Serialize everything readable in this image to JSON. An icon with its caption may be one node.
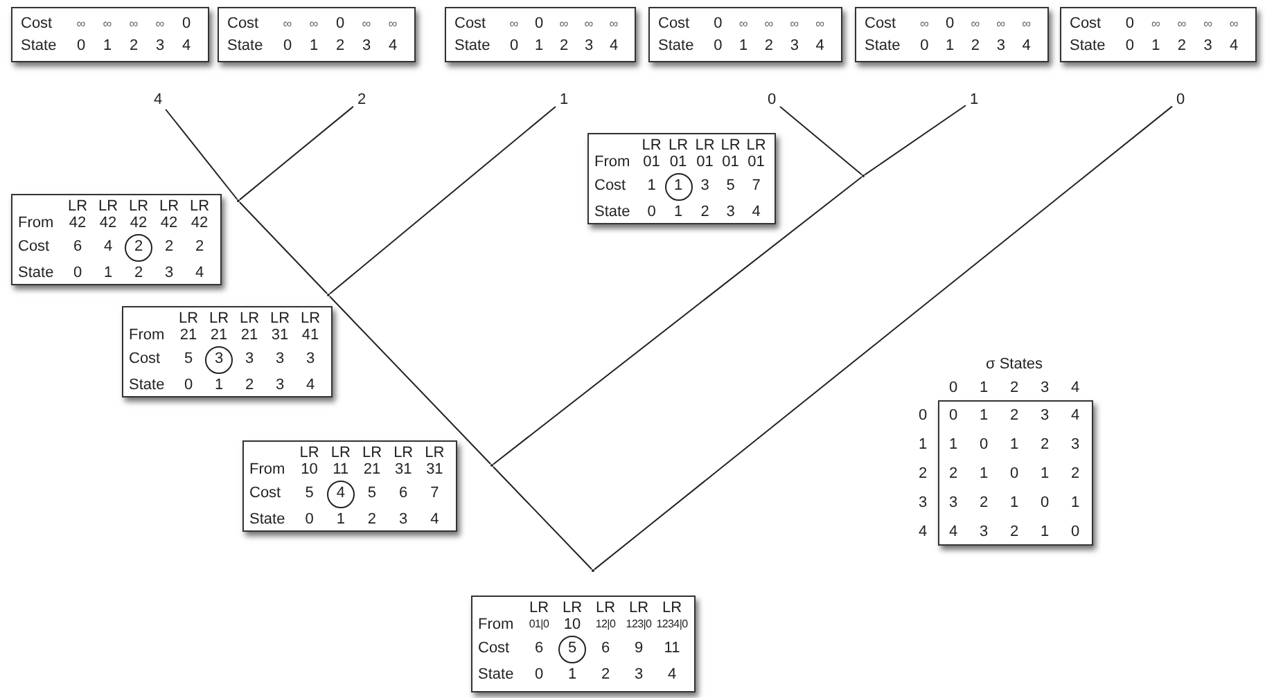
{
  "diagram": {
    "nodes": [
      {
        "text": [
          "Cost",
          "∞",
          "∞",
          "∞",
          "∞",
          "0",
          "State",
          "0",
          "1",
          "2",
          "3",
          "4"
        ]
      },
      {
        "text": [
          "Cost",
          "∞",
          "∞",
          "0",
          "∞",
          "∞",
          "State",
          "0",
          "1",
          "2",
          "3",
          "4"
        ]
      },
      {
        "text": [
          "Cost",
          "∞",
          "0",
          "∞",
          "∞",
          "∞",
          "State",
          "0",
          "1",
          "2",
          "3",
          "4"
        ]
      },
      {
        "text": [
          "Cost",
          "0",
          "∞",
          "∞",
          "∞",
          "∞",
          "State",
          "0",
          "1",
          "2",
          "3",
          "4"
        ]
      },
      {
        "text": [
          "Cost",
          "∞",
          "0",
          "∞",
          "∞",
          "∞",
          "State",
          "0",
          "1",
          "2",
          "3",
          "4"
        ]
      },
      {
        "text": [
          "Cost",
          "0",
          "∞",
          "∞",
          "∞",
          "∞",
          "State",
          "0",
          "1",
          "2",
          "3",
          "4"
        ]
      },
      {
        "text": [
          "4"
        ]
      },
      {
        "text": [
          "2"
        ]
      },
      {
        "text": [
          "1"
        ]
      },
      {
        "text": [
          "0"
        ]
      },
      {
        "text": [
          "1"
        ]
      },
      {
        "text": [
          "0"
        ]
      },
      {
        "text": [
          "LR",
          "LR",
          "LR",
          "LR",
          "LR",
          "From",
          "01",
          "01",
          "01",
          "01",
          "01",
          "Cost",
          "1",
          "1",
          "3",
          "5",
          "7",
          "State",
          "0",
          "1",
          "2",
          "3",
          "4"
        ]
      },
      {
        "text": [],
        "shape": "point"
      },
      {
        "text": [
          "LR",
          "LR",
          "LR",
          "LR",
          "LR",
          "From",
          "42",
          "42",
          "42",
          "42",
          "42",
          "Cost",
          "6",
          "4",
          "2",
          "2",
          "2",
          "State",
          "0",
          "1",
          "2",
          "3",
          "4"
        ]
      },
      {
        "text": [],
        "shape": "point"
      },
      {
        "text": [],
        "shape": "point"
      },
      {
        "text": [
          "LR",
          "LR",
          "LR",
          "LR",
          "LR",
          "From",
          "21",
          "21",
          "21",
          "31",
          "41",
          "Cost",
          "5",
          "3",
          "3",
          "3",
          "3",
          "State",
          "0",
          "1",
          "2",
          "3",
          "4"
        ]
      },
      {
        "text": [
          "σ States",
          "0",
          "1",
          "2",
          "3",
          "4",
          "0",
          "0",
          "1",
          "2",
          "3",
          "4",
          "1",
          "1",
          "0",
          "1",
          "2",
          "3",
          "2",
          "2",
          "1",
          "0",
          "1",
          "2",
          "3",
          "3",
          "2",
          "1",
          "0",
          "1",
          "4",
          "4",
          "3",
          "2",
          "1",
          "0"
        ]
      },
      {
        "text": [
          "LR",
          "LR",
          "LR",
          "LR",
          "LR",
          "From",
          "10",
          "11",
          "21",
          "31",
          "31",
          "Cost",
          "5",
          "4",
          "5",
          "6",
          "7",
          "State",
          "0",
          "1",
          "2",
          "3",
          "4"
        ]
      },
      {
        "text": [],
        "shape": "point"
      },
      {
        "text": [],
        "shape": "point"
      },
      {
        "text": [
          "LR",
          "LR",
          "LR",
          "LR",
          "LR",
          "From",
          "01|0",
          "10",
          "12|0",
          "123|0",
          "1234|0",
          "Cost",
          "6",
          "5",
          "6",
          "9",
          "11",
          "State",
          "0",
          "1",
          "2",
          "3",
          "4"
        ]
      }
    ],
    "edges": [
      {
        "from": 6,
        "to": 15,
        "arrow": "none"
      },
      {
        "from": 7,
        "to": 15,
        "arrow": "none"
      },
      {
        "from": 15,
        "to": 16,
        "arrow": "none"
      },
      {
        "from": 8,
        "to": 16,
        "arrow": "none"
      },
      {
        "from": 9,
        "to": 13,
        "arrow": "none"
      },
      {
        "from": 10,
        "to": 13,
        "arrow": "none"
      },
      {
        "from": 13,
        "to": 20,
        "arrow": "none"
      },
      {
        "from": 16,
        "to": 20,
        "arrow": "none"
      },
      {
        "from": 20,
        "to": 21,
        "arrow": "none"
      },
      {
        "from": 11,
        "to": 21,
        "arrow": "none"
      }
    ]
  }
}
